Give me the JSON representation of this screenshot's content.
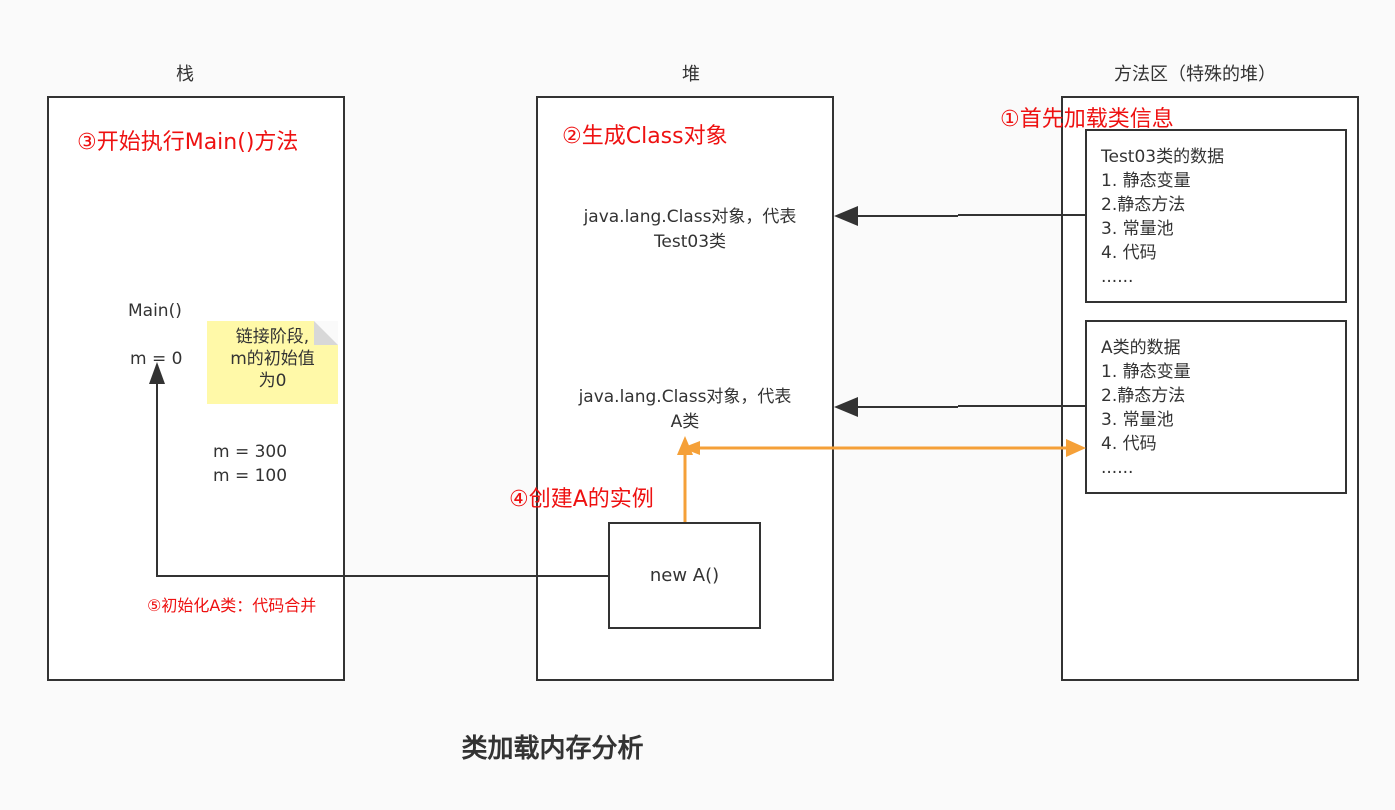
{
  "columns": {
    "stack": "栈",
    "heap": "堆",
    "method_area": "方法区（特殊的堆）"
  },
  "steps": {
    "step1": "①首先加载类信息",
    "step2": "②生成Class对象",
    "step3": "③开始执行Main()方法",
    "step4": "④创建A的实例",
    "step5": "⑤初始化A类：代码合并"
  },
  "stack": {
    "main_label": "Main()",
    "m_zero": "m = 0",
    "m_300": "m = 300",
    "m_100": "m = 100",
    "note_line1": "链接阶段,",
    "note_line2": "m的初始值",
    "note_line3": "为0"
  },
  "heap": {
    "class_obj_test03_line1": "java.lang.Class对象，代表",
    "class_obj_test03_line2": "Test03类",
    "class_obj_a_line1": "java.lang.Class对象，代表",
    "class_obj_a_line2": "A类",
    "new_a": "new A()"
  },
  "method_area": {
    "test03_box": [
      "Test03类的数据",
      "1. 静态变量",
      "2.静态方法",
      "3. 常量池",
      "4. 代码",
      "......"
    ],
    "a_box": [
      "A类的数据",
      "1. 静态变量",
      "2.静态方法",
      "3. 常量池",
      "4. 代码",
      "......"
    ]
  },
  "title": "类加载内存分析",
  "colors": {
    "step_text": "#ee1111",
    "arrow_dark": "#333333",
    "arrow_orange": "#f5a038",
    "note_bg": "#fff9a8"
  }
}
